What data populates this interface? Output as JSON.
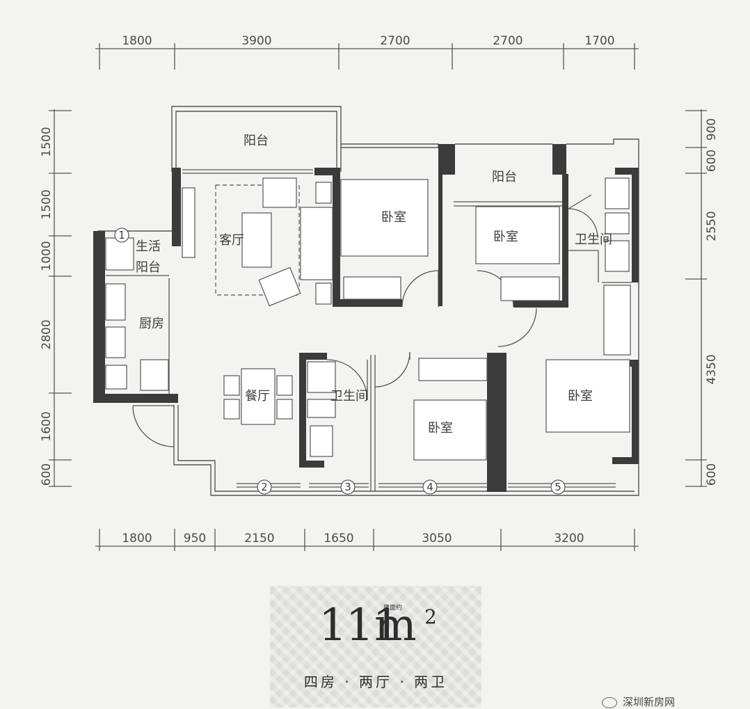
{
  "top_dimensions": [
    "1800",
    "3900",
    "2700",
    "2700",
    "1700"
  ],
  "bottom_dimensions": [
    "1800",
    "950",
    "2150",
    "1650",
    "3050",
    "3200"
  ],
  "left_dimensions": [
    "1500",
    "1500",
    "1000",
    "2800",
    "1600",
    "600"
  ],
  "right_dimensions": [
    "900",
    "600",
    "2550",
    "4350",
    "600"
  ],
  "rooms": {
    "balcony_main": "阳台",
    "balcony_bedroom": "阳台",
    "living_room": "客厅",
    "dining_room": "餐厅",
    "kitchen": "厨房",
    "utility_balcony_1": "生活",
    "utility_balcony_2": "阳台",
    "bedroom_a": "卧室",
    "bedroom_b": "卧室",
    "bedroom_c": "卧室",
    "bedroom_d": "卧室",
    "bathroom_main": "卫生间",
    "bathroom_second": "卫生间"
  },
  "markers": [
    "1",
    "2",
    "3",
    "4",
    "5"
  ],
  "area": {
    "number": "111",
    "unit": "m",
    "superscript": "2",
    "tag": "建面约",
    "layout": "四房 · 两厅 · 两卫"
  },
  "watermark": {
    "text": "深圳新房网",
    "icon": "wechat-icon"
  }
}
